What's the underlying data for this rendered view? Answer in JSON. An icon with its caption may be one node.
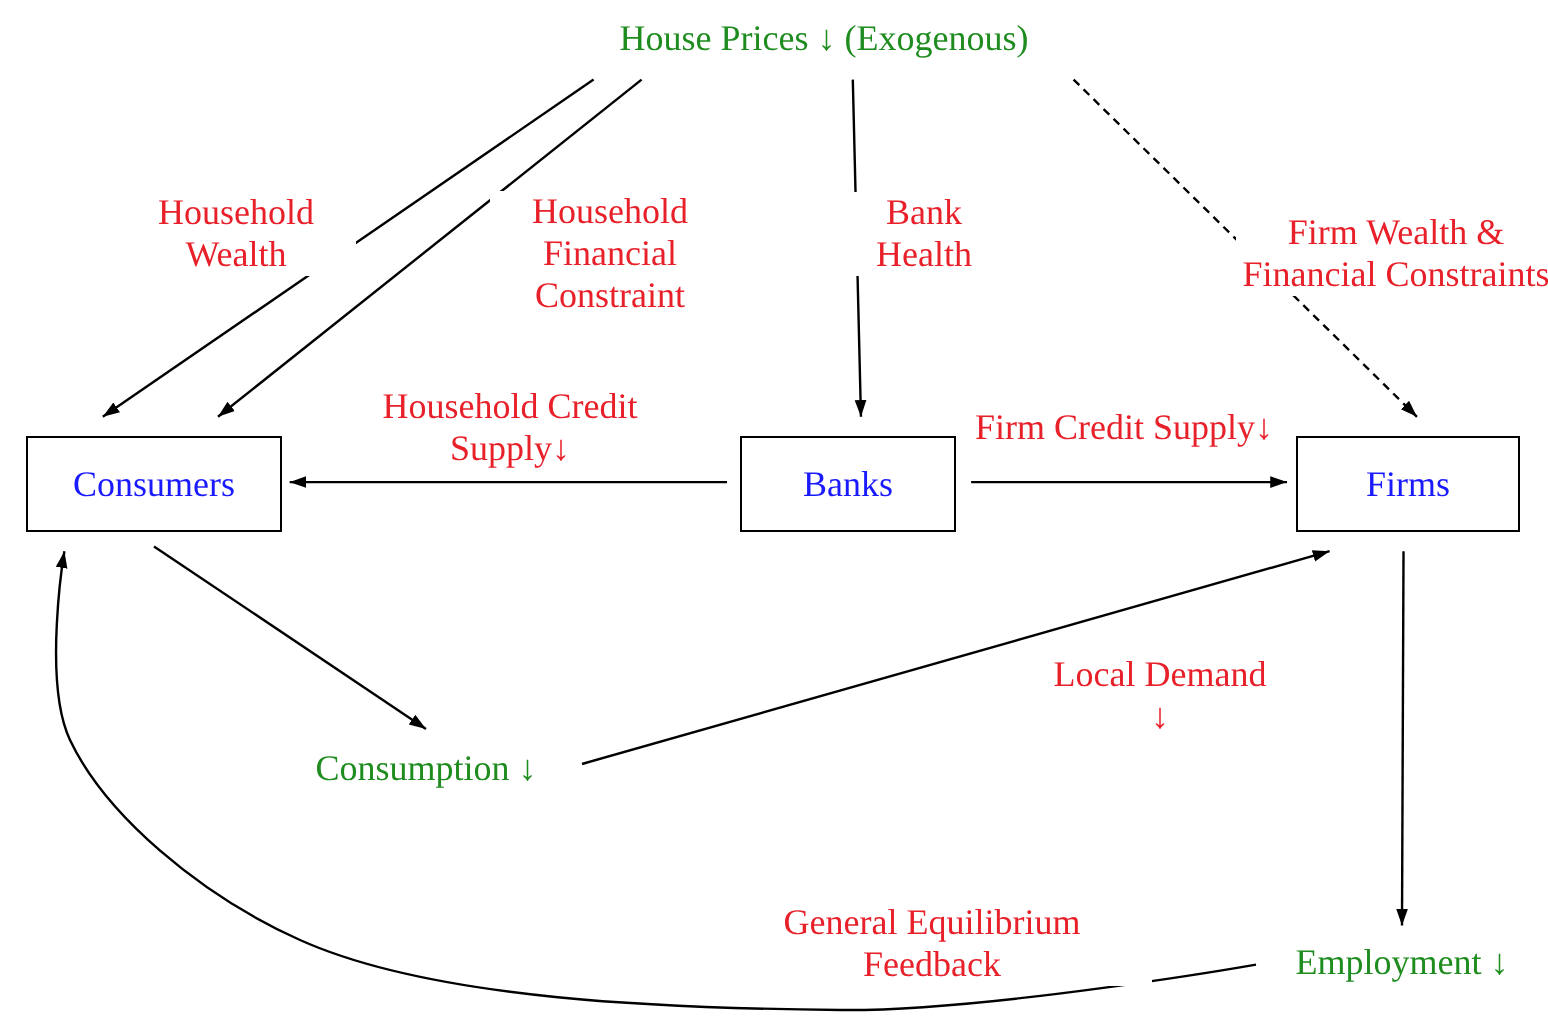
{
  "diagram": {
    "nodes": [
      {
        "text": [
          "House Prices ↓ (Exogenous)"
        ]
      },
      {
        "text": [
          "Consumers"
        ]
      },
      {
        "text": [
          "Banks"
        ]
      },
      {
        "text": [
          "Firms"
        ]
      },
      {
        "text": [
          "Consumption ↓"
        ]
      },
      {
        "text": [
          "Employment ↓"
        ]
      }
    ],
    "edges": [
      {
        "from": 0,
        "to": 1,
        "arrow": "to",
        "label": "Household Wealth"
      },
      {
        "from": 0,
        "to": 1,
        "arrow": "to",
        "label": "Household Financial Constraint"
      },
      {
        "from": 0,
        "to": 2,
        "arrow": "to",
        "label": "Bank Health"
      },
      {
        "from": 0,
        "to": 3,
        "arrow": "to",
        "label": "Firm Wealth & Financial Constraints",
        "style": "dashed"
      },
      {
        "from": 2,
        "to": 1,
        "arrow": "to",
        "label": "Household Credit Supply↓"
      },
      {
        "from": 2,
        "to": 3,
        "arrow": "to",
        "label": "Firm Credit Supply↓"
      },
      {
        "from": 1,
        "to": 4,
        "arrow": "to"
      },
      {
        "from": 4,
        "to": 3,
        "arrow": "to",
        "label": "Local Demand ↓"
      },
      {
        "from": 3,
        "to": 5,
        "arrow": "to"
      },
      {
        "from": 5,
        "to": 1,
        "arrow": "to",
        "label": "General Equilibrium Feedback"
      }
    ]
  }
}
